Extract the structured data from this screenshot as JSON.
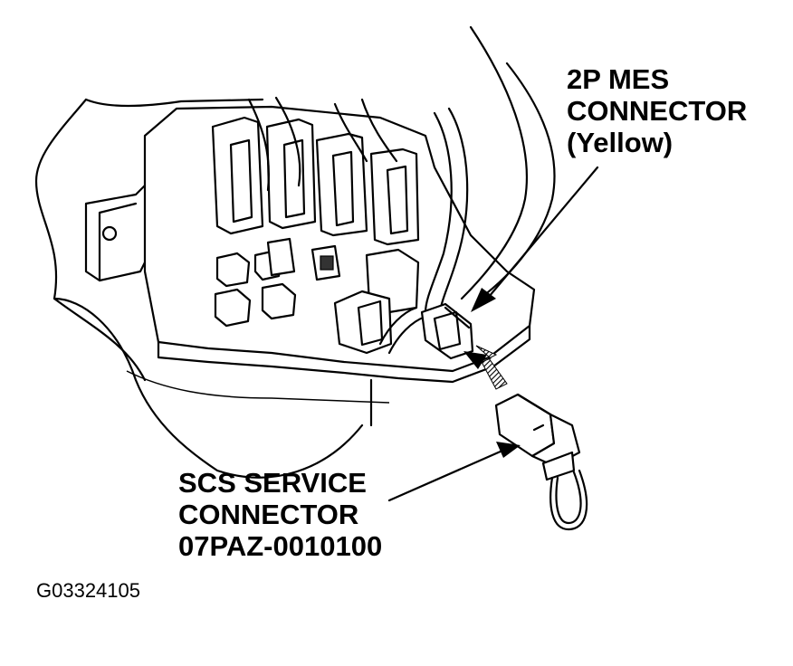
{
  "labels": {
    "mes_connector": [
      "2P MES",
      "CONNECTOR",
      "(Yellow)"
    ],
    "scs_connector": [
      "SCS SERVICE",
      "CONNECTOR",
      "07PAZ-0010100"
    ],
    "figure_id": "G03324105"
  }
}
